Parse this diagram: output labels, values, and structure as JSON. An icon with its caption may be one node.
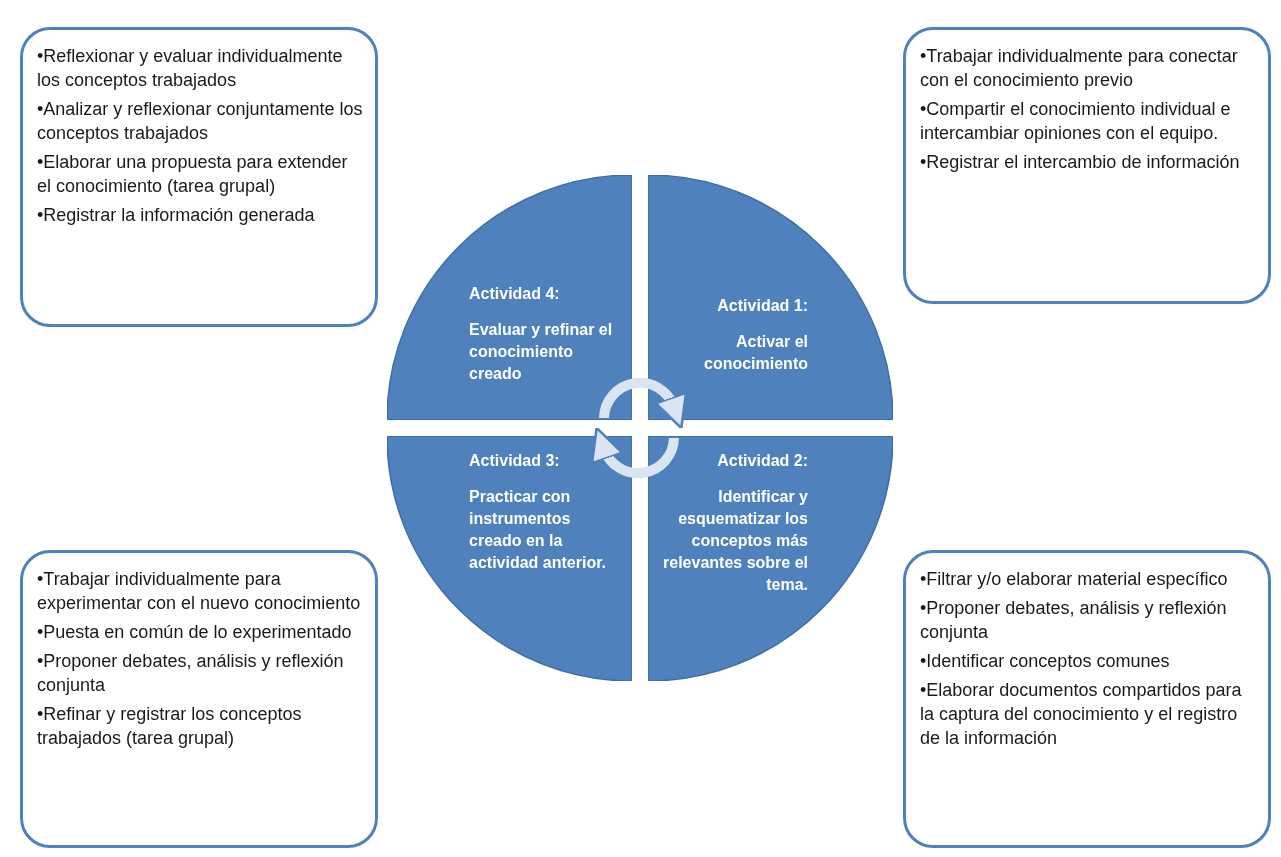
{
  "diagram": {
    "nodes": [
      {
        "text": [
          "•Reflexionar y evaluar individualmente los conceptos trabajados",
          "•Analizar y reflexionar conjuntamente los conceptos trabajados",
          "•Elaborar una propuesta para extender el conocimiento (tarea grupal)",
          "•Registrar la información generada"
        ]
      },
      {
        "text": [
          "•Trabajar individualmente para conectar con el conocimiento previo",
          "•Compartir el conocimiento individual e intercambiar opiniones con el equipo.",
          "•Registrar el intercambio de información"
        ]
      },
      {
        "text": [
          "Actividad 4:",
          "Evaluar y refinar el conocimiento creado"
        ]
      },
      {
        "text": [
          "Actividad 1:",
          "Activar el conocimiento"
        ]
      },
      {
        "text": [
          "Actividad 3:",
          "Practicar con instrumentos creado en la actividad anterior."
        ]
      },
      {
        "text": [
          "Actividad 2:",
          "Identificar y esquematizar los conceptos más relevantes sobre el tema."
        ]
      },
      {
        "text": [
          "•Trabajar individualmente para experimentar con el nuevo conocimiento",
          "•Puesta en común de lo experimentado",
          "•Proponer debates, análisis y reflexión conjunta",
          "•Refinar y registrar los conceptos trabajados (tarea grupal)"
        ]
      },
      {
        "text": [
          "•Filtrar y/o elaborar material específico",
          "•Proponer debates, análisis y reflexión conjunta",
          "•Identificar conceptos comunes",
          "•Elaborar documentos compartidos para la captura del conocimiento y el registro de la información"
        ]
      }
    ],
    "edges": [
      {
        "from": 2,
        "to": 3,
        "arrow": "to"
      },
      {
        "from": 5,
        "to": 4,
        "arrow": "to"
      }
    ]
  }
}
